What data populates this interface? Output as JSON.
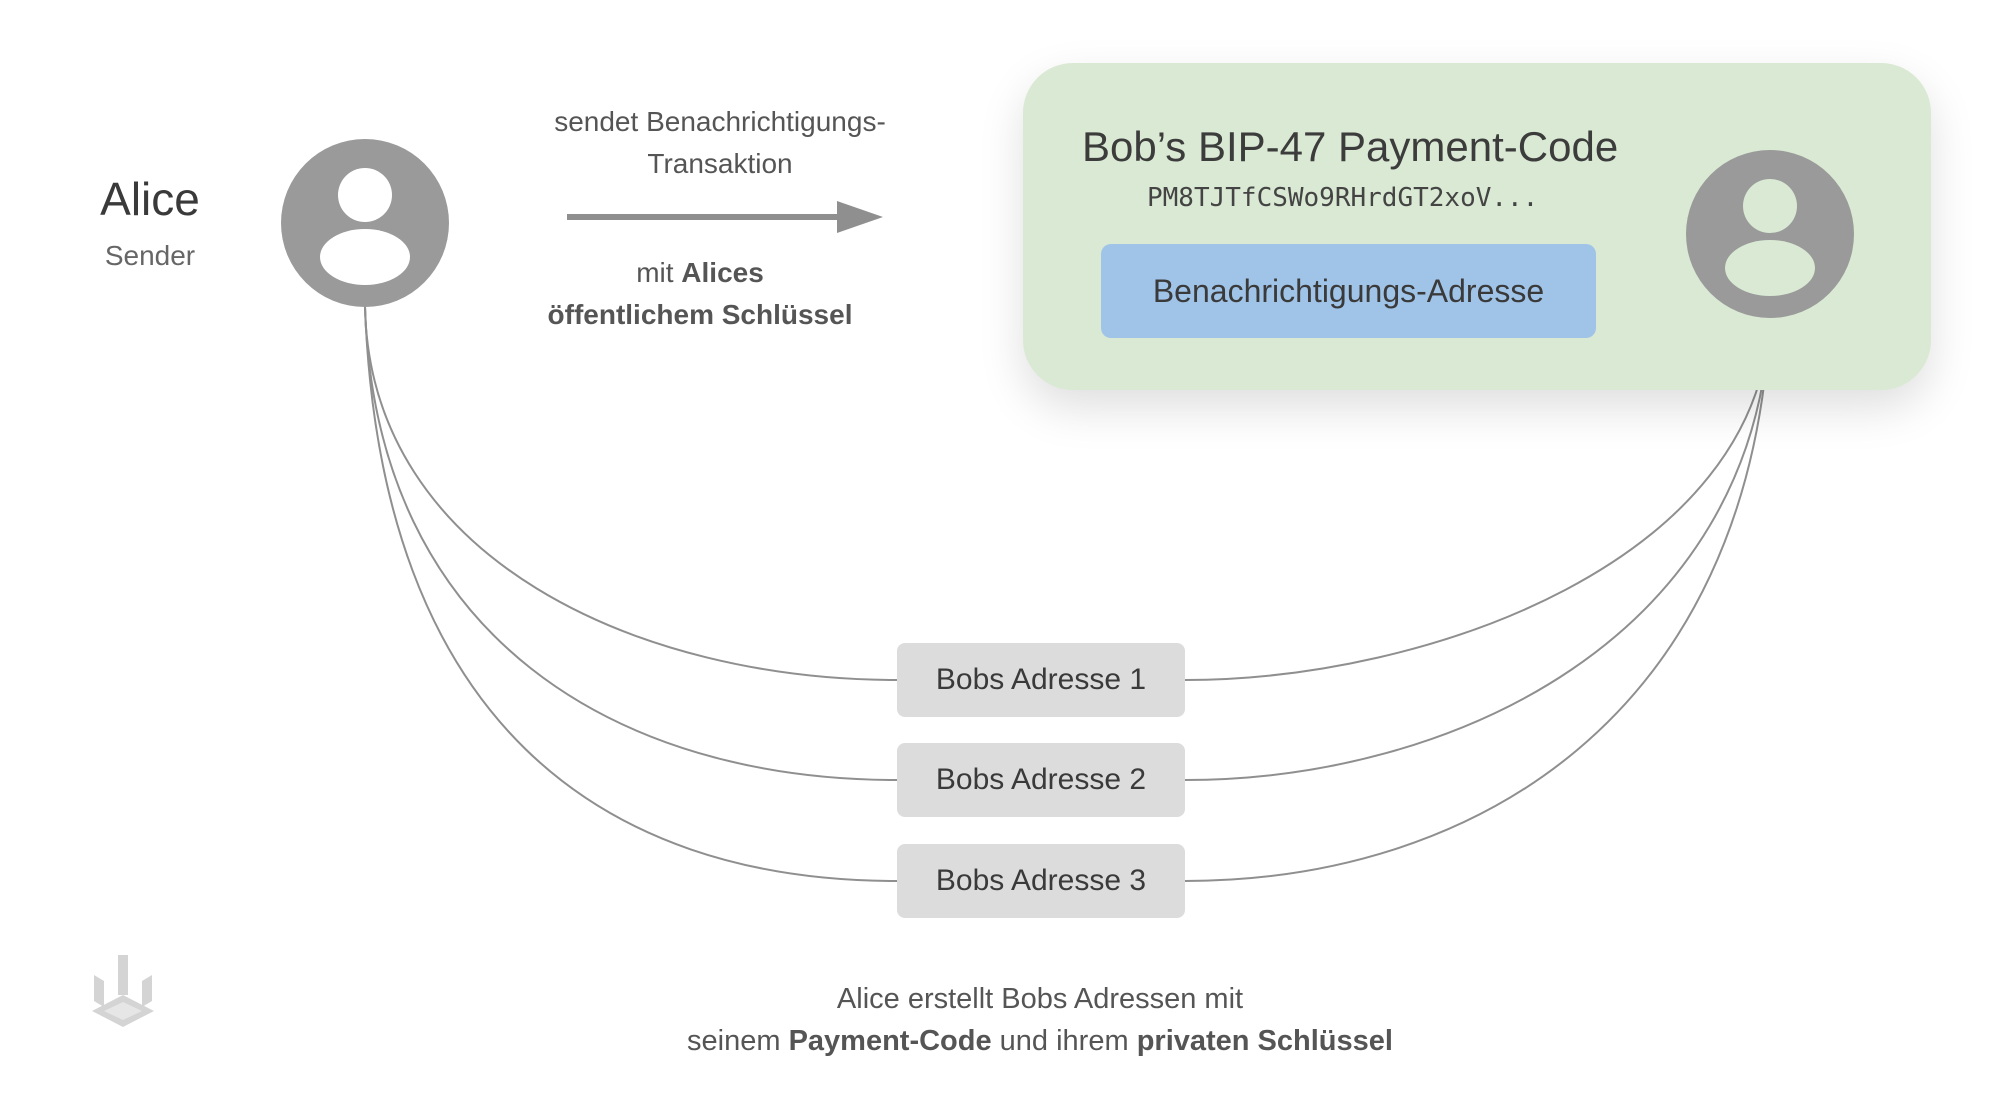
{
  "alice": {
    "name": "Alice",
    "role": "Sender"
  },
  "transaction": {
    "line1": "sendet Benachrichtigungs-",
    "line2": "Transaktion",
    "key_prefix": "mit ",
    "key_bold1": "Alices",
    "key_bold2": "öffentlichem Schlüssel"
  },
  "bob_card": {
    "title": "Bob’s BIP-47 Payment-Code",
    "code": "PM8TJTfCSWo9RHrdGT2xoV...",
    "notification_address": "Benachrichtigungs-Adresse"
  },
  "addresses": [
    "Bobs Adresse 1",
    "Bobs Adresse 2",
    "Bobs Adresse 3"
  ],
  "caption": {
    "line1": "Alice erstellt Bobs Adressen mit",
    "seg1": "seinem ",
    "bold1": "Payment-Code",
    "seg2": " und ihrem ",
    "bold2": "privaten Schlüssel"
  },
  "colors": {
    "card_bg": "#d9e9d3",
    "notification_bg": "#a0c4e8",
    "address_bg": "#dcdcdc",
    "avatar": "#9a9a9a",
    "connector": "#8f8f8f"
  }
}
